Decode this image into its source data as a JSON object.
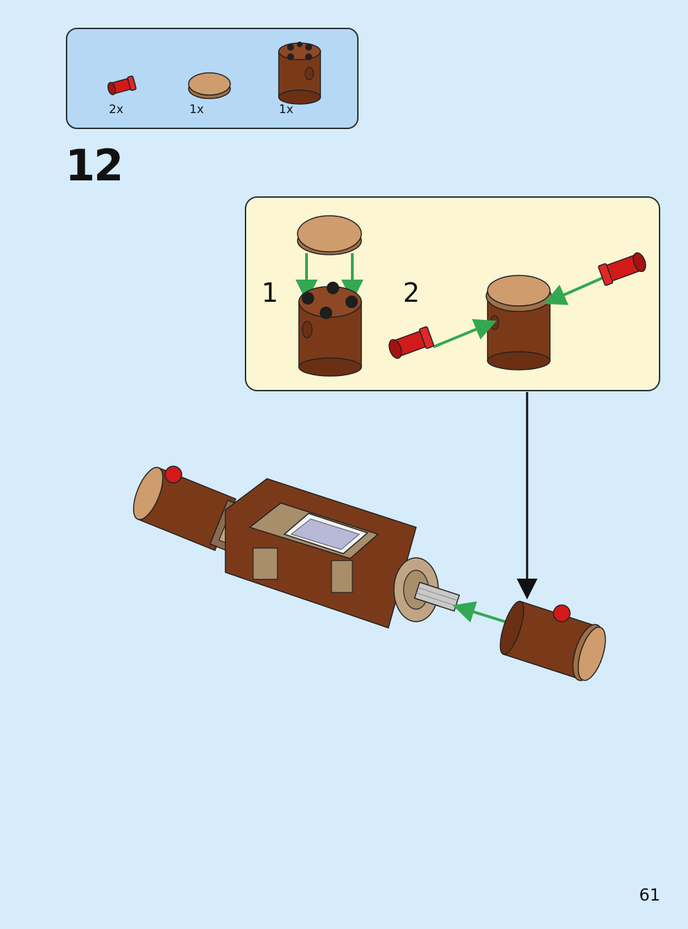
{
  "parts_list": {
    "items": [
      {
        "quantity": "2x",
        "icon": "red-pin-connector-icon"
      },
      {
        "quantity": "1x",
        "icon": "tan-round-tile-icon"
      },
      {
        "quantity": "1x",
        "icon": "brown-round-brick-icon"
      }
    ]
  },
  "step": {
    "number": "12"
  },
  "sub_steps": {
    "first": "1",
    "second": "2"
  },
  "page": {
    "number": "61"
  },
  "colors": {
    "background": "#d6ecfb",
    "parts_box": "#b5d9f5",
    "sub_box": "#fdf6d3",
    "brown": "#7a3a1a",
    "tan": "#c89466",
    "red": "#d21a1a",
    "green_arrow": "#33a852"
  }
}
